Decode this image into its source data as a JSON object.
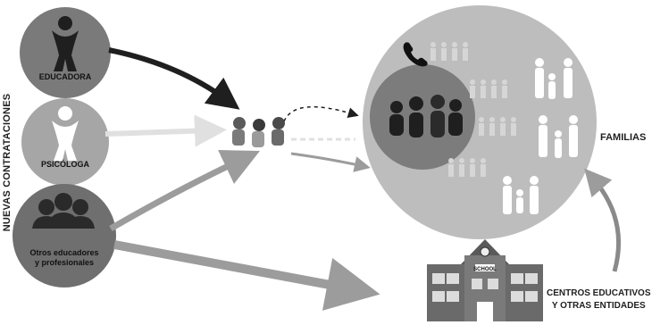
{
  "side_label": "NUEVAS CONTRATACIONES",
  "roles": {
    "educadora": "EDUCADORA",
    "psicologa": "PSICÓLOGA",
    "otros_line1": "Otros educadores",
    "otros_line2": "y profesionales"
  },
  "familias": "FAMILIAS",
  "centros_line1": "CENTROS EDUCATIVOS",
  "centros_line2": "Y OTRAS ENTIDADES",
  "school_sign": "SCHOOL",
  "icons": [
    "educator-figure-icon",
    "psychologist-figure-icon",
    "professionals-group-icon",
    "children-group-icon",
    "phone-icon",
    "family-icon",
    "school-building-icon"
  ],
  "colors": {
    "dark": "#1f1f1f",
    "mid": "#8a8a8a",
    "light": "#cfcfcf"
  }
}
